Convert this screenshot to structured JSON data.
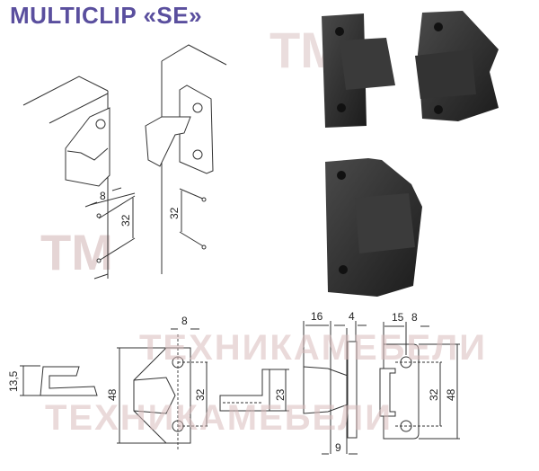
{
  "title": "MULTICLIP «SE»",
  "watermark": {
    "logo": "TM",
    "brand": "ТЕХНИКАМЕБЕЛИ"
  },
  "colors": {
    "title": "#5a4f9e",
    "clip": "#2b2b2b",
    "watermark": "#e7d7d7"
  },
  "mounting_diagram": {
    "offset": "8",
    "spacing_left": "32",
    "spacing_right": "32"
  },
  "drawings": {
    "profile": {
      "height": "13,5"
    },
    "front": {
      "offset": "8",
      "height": "48",
      "hole_spacing": "32"
    },
    "side": {
      "height": "23"
    },
    "side_plate": {
      "depth": "16",
      "thickness": "4",
      "base": "9"
    },
    "back": {
      "offset": "15",
      "edge": "8",
      "hole_spacing": "32",
      "height": "48"
    }
  }
}
